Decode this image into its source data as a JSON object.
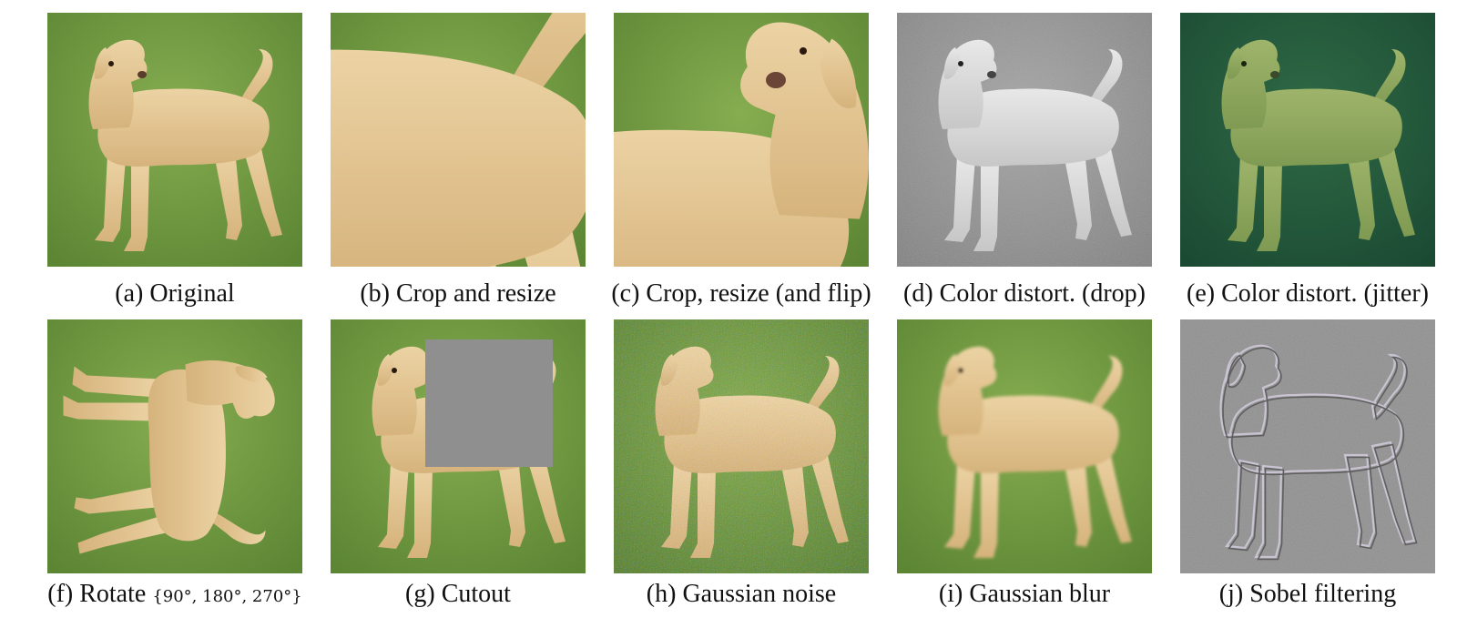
{
  "figure": {
    "captions": [
      {
        "id": "a",
        "label": "(a) Original"
      },
      {
        "id": "b",
        "label": "(b) Crop and resize"
      },
      {
        "id": "c",
        "label": "(c) Crop, resize (and flip)"
      },
      {
        "id": "d",
        "label": "(d) Color distort. (drop)"
      },
      {
        "id": "e",
        "label": "(e) Color distort. (jitter)"
      },
      {
        "id": "f",
        "label": "(f) Rotate",
        "math": "{90°, 180°, 270°}"
      },
      {
        "id": "g",
        "label": "(g) Cutout"
      },
      {
        "id": "h",
        "label": "(h) Gaussian noise"
      },
      {
        "id": "i",
        "label": "(i) Gaussian blur"
      },
      {
        "id": "j",
        "label": "(j) Sobel filtering"
      }
    ],
    "colors": {
      "grass": "#6f9a3f",
      "dog": "#e2c38f",
      "cutout_gray": "#8f8f8f"
    }
  }
}
